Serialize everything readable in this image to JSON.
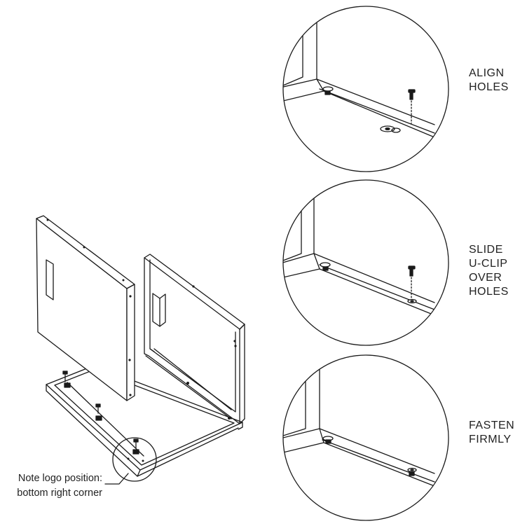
{
  "steps": [
    {
      "label_lines": [
        "ALIGN",
        "HOLES"
      ]
    },
    {
      "label_lines": [
        "SLIDE",
        "U-CLIP",
        "OVER",
        "HOLES"
      ]
    },
    {
      "label_lines": [
        "FASTEN",
        "FIRMLY"
      ]
    }
  ],
  "note": {
    "line1": "Note logo position:",
    "line2": "bottom right corner"
  },
  "colors": {
    "stroke": "#1a1a1a",
    "background": "#ffffff"
  }
}
